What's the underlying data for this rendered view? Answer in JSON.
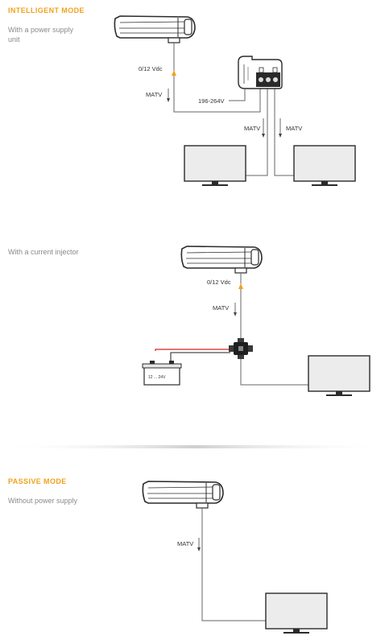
{
  "sections": {
    "intelligent": {
      "title": "INTELLIGENT MODE",
      "psu_caption_line1": "With a power supply",
      "psu_caption_line2": "unit",
      "injector_caption": "With a current injector"
    },
    "passive": {
      "title": "PASSIVE MODE",
      "caption": "Without power supply"
    }
  },
  "labels": {
    "vdc": "0/12 Vdc",
    "matv": "MATV",
    "mains_voltage": "196-264V",
    "battery_voltage": "12 ... 24V"
  },
  "colors": {
    "accent": "#f0a21e",
    "dc_wire": "#d32020"
  }
}
